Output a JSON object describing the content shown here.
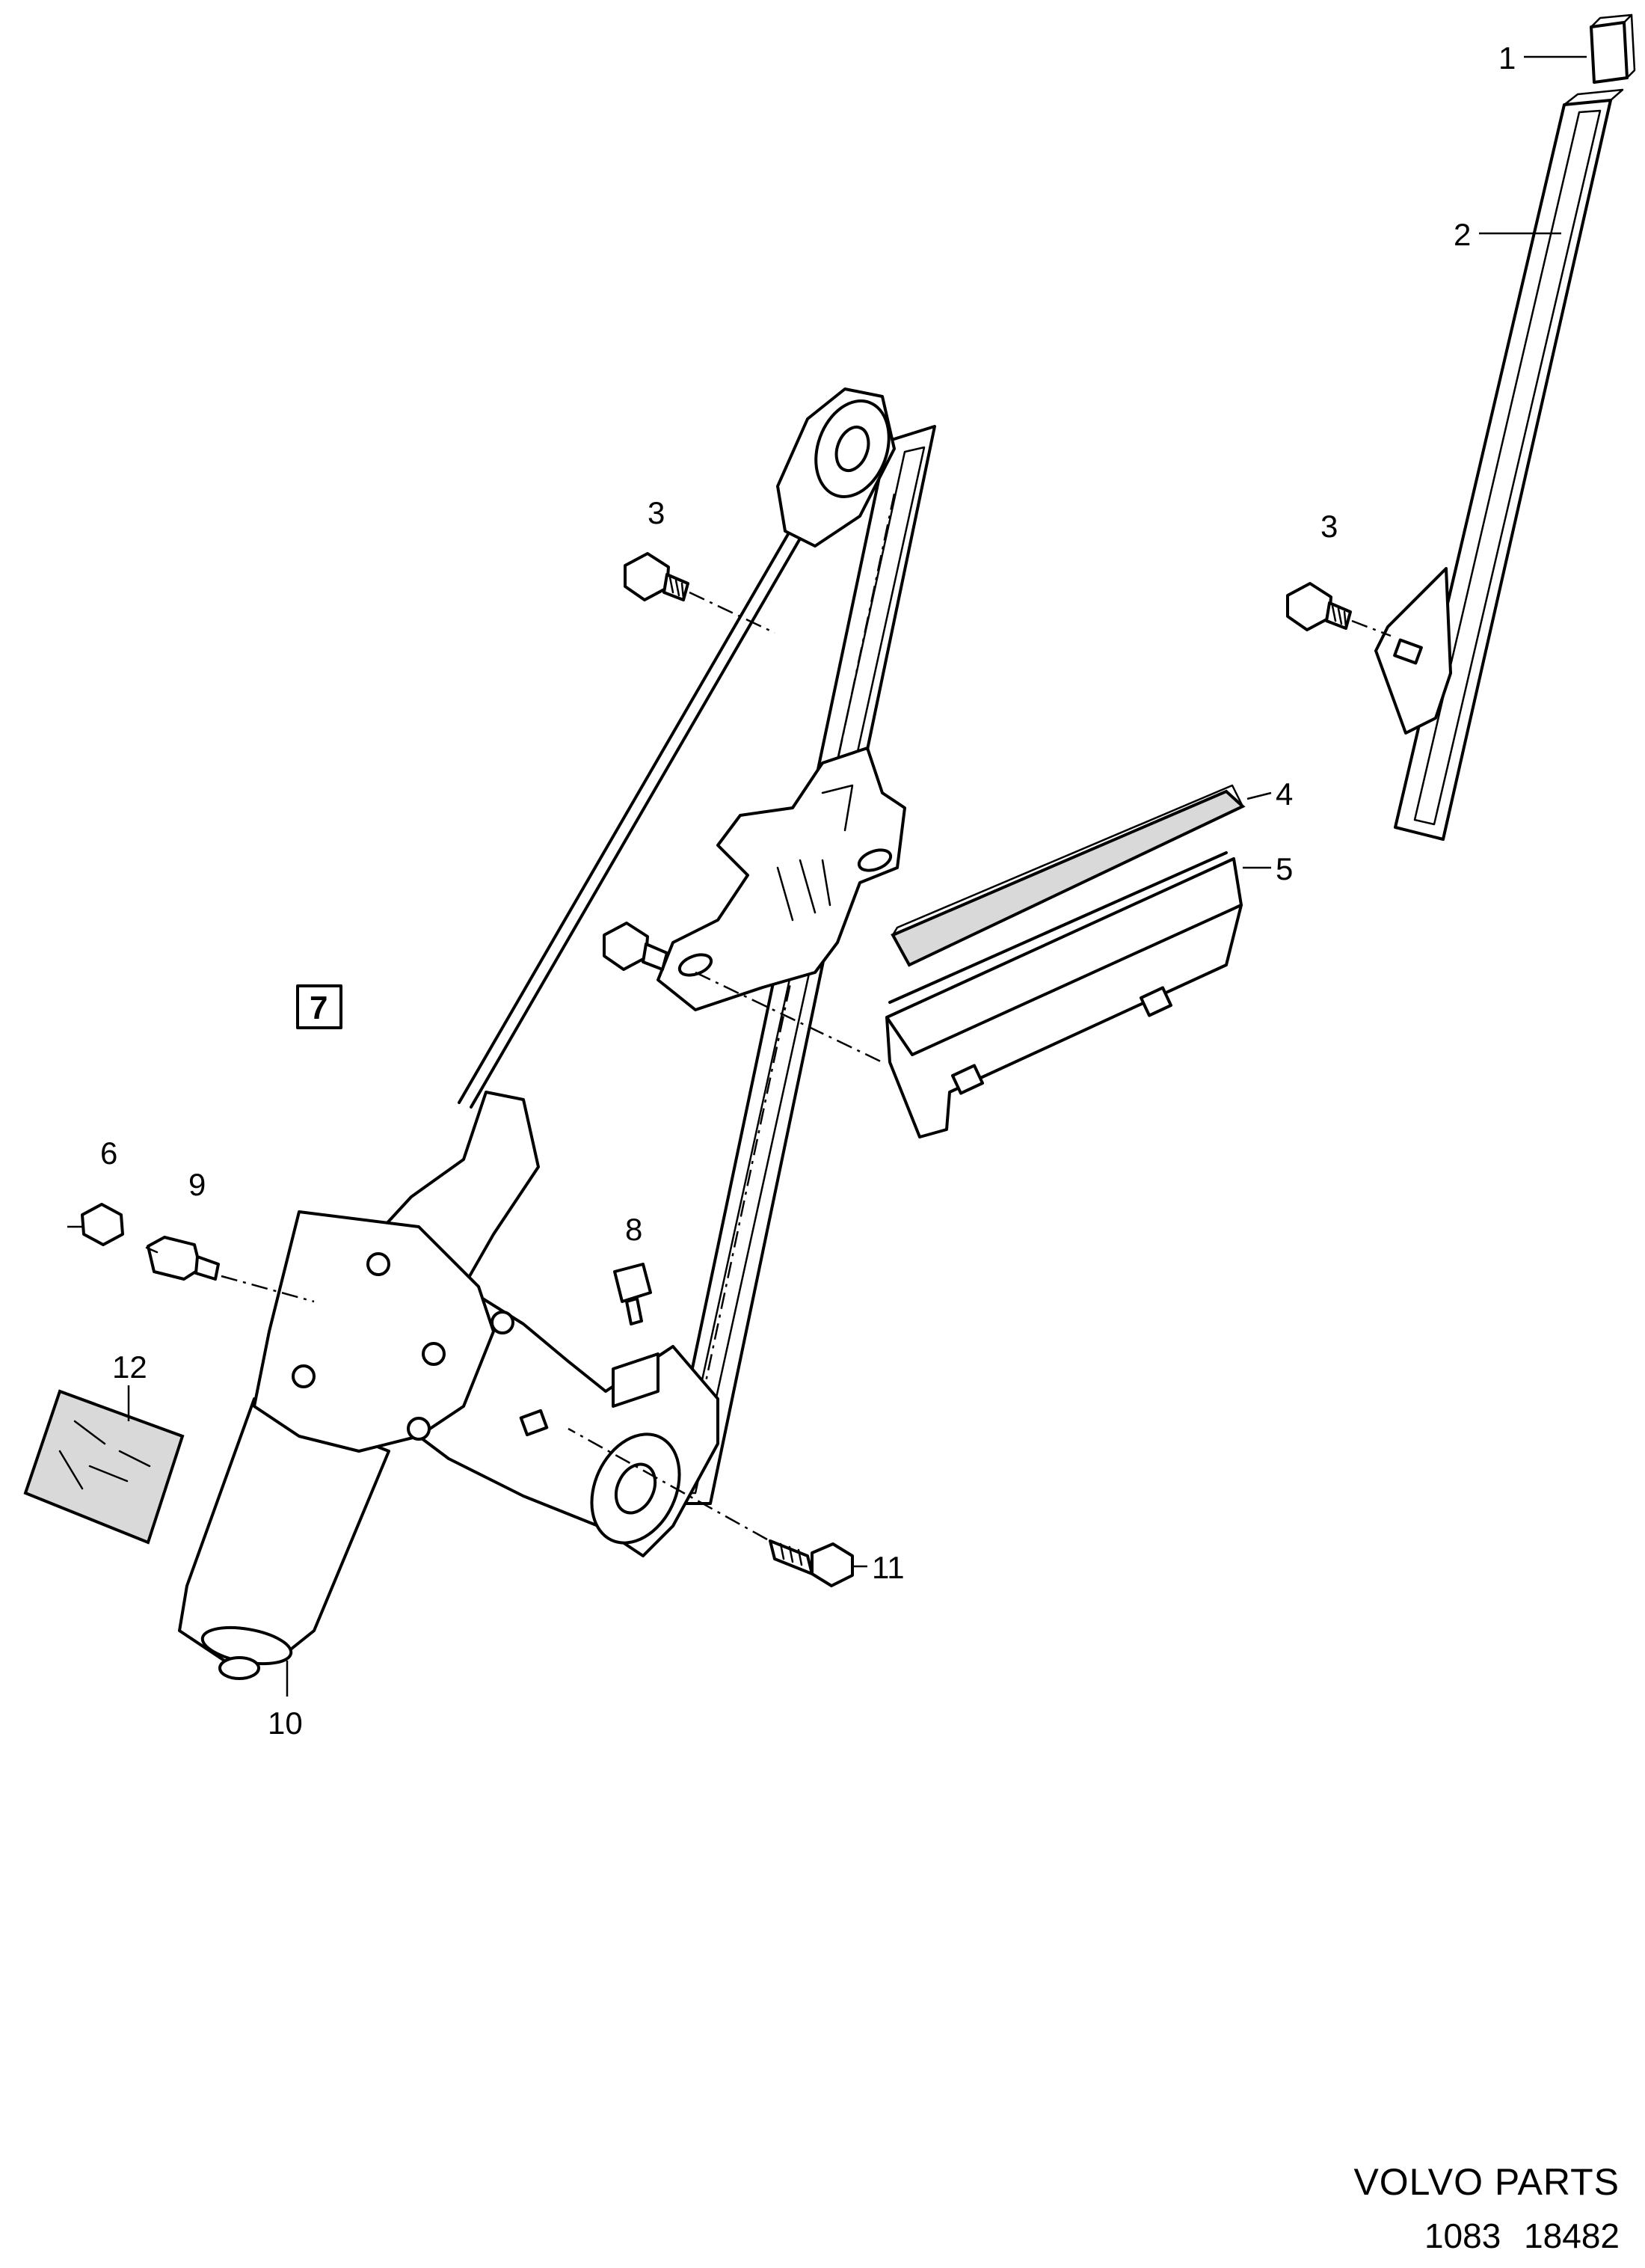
{
  "diagram": {
    "callouts": [
      {
        "id": "1",
        "label": "1"
      },
      {
        "id": "2",
        "label": "2"
      },
      {
        "id": "3a",
        "label": "3"
      },
      {
        "id": "3b",
        "label": "3"
      },
      {
        "id": "4",
        "label": "4"
      },
      {
        "id": "5",
        "label": "5"
      },
      {
        "id": "6",
        "label": "6"
      },
      {
        "id": "7",
        "label": "7"
      },
      {
        "id": "8",
        "label": "8"
      },
      {
        "id": "9",
        "label": "9"
      },
      {
        "id": "10",
        "label": "10"
      },
      {
        "id": "11",
        "label": "11"
      },
      {
        "id": "12",
        "label": "12"
      }
    ]
  },
  "footer": {
    "brand": "VOLVO PARTS",
    "code": "1083 18482"
  }
}
